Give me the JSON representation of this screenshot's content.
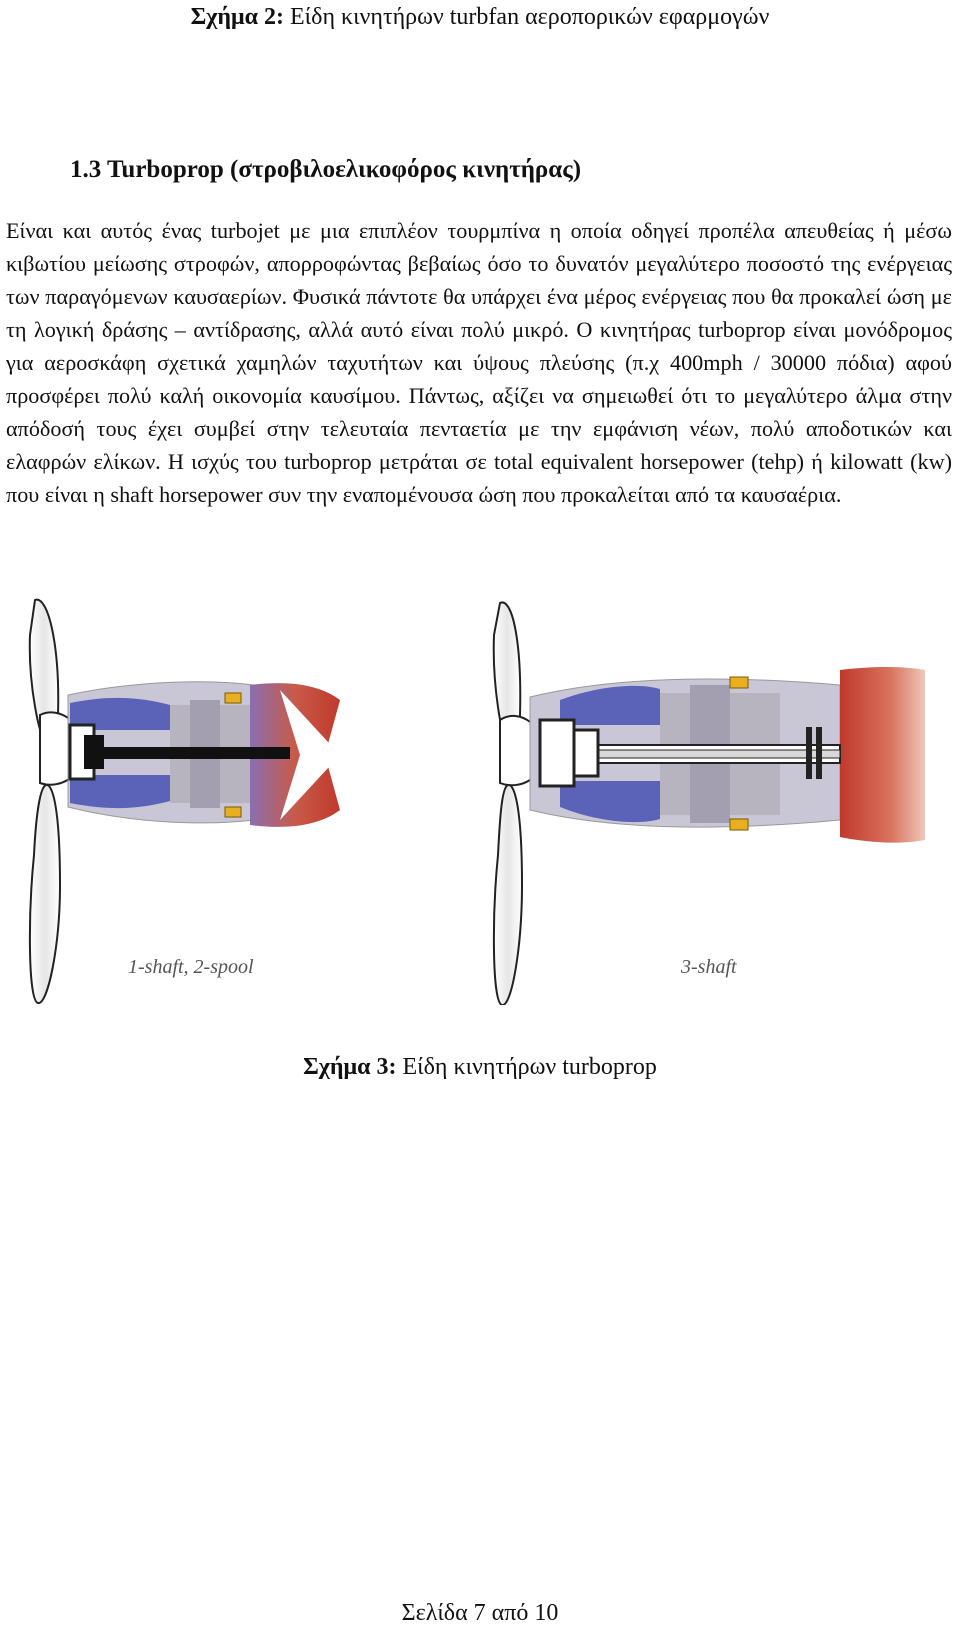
{
  "top_caption": {
    "prefix": "Σχήμα 2:",
    "text": " Είδη κινητήρων turbfan αεροπορικών εφαρμογών"
  },
  "section": {
    "heading": "1.3 Turboprop (στροβιλοελικοφόρος κινητήρας)",
    "paragraph": "Είναι και αυτός ένας turbojet με μια επιπλέον τουρμπίνα η οποία οδηγεί προπέλα απευθείας ή μέσω κιβωτίου μείωσης στροφών, απορροφώντας βεβαίως όσο το δυνατόν μεγαλύτερο ποσοστό της ενέργειας των παραγόμενων καυσαερίων. Φυσικά πάντοτε θα υπάρχει ένα μέρος ενέργειας που θα προκαλεί ώση με τη λογική δράσης – αντίδρασης, αλλά αυτό είναι πολύ μικρό. Ο κινητήρας turboprop είναι μονόδρομος για αεροσκάφη σχετικά χαμηλών ταχυτήτων και ύψους πλεύσης (π.χ 400mph / 30000 πόδια) αφού προσφέρει πολύ καλή οικονομία καυσίμου. Πάντως, αξίζει να σημειωθεί ότι το μεγαλύτερο άλμα στην απόδοσή τους έχει συμβεί στην τελευταία πενταετία με την εμφάνιση νέων, πολύ αποδοτικών και ελαφρών ελίκων. Η ισχύς του turboprop μετράται σε total equivalent horsepower (tehp) ή kilowatt (kw) που είναι η shaft horsepower συν την εναπομένουσα ώση που προκαλείται από τα καυσαέρια."
  },
  "figure": {
    "left_label": "1-shaft, 2-spool",
    "right_label": "3-shaft"
  },
  "bottom_caption": {
    "prefix": "Σχήμα 3:",
    "text": " Είδη κινητήρων turboprop"
  },
  "footer": {
    "page": "Σελίδα 7 από 10"
  },
  "colors": {
    "blue": "#5a63b8",
    "red": "#c0392b",
    "gray": "#b8b4bf",
    "orange": "#e8b020"
  }
}
